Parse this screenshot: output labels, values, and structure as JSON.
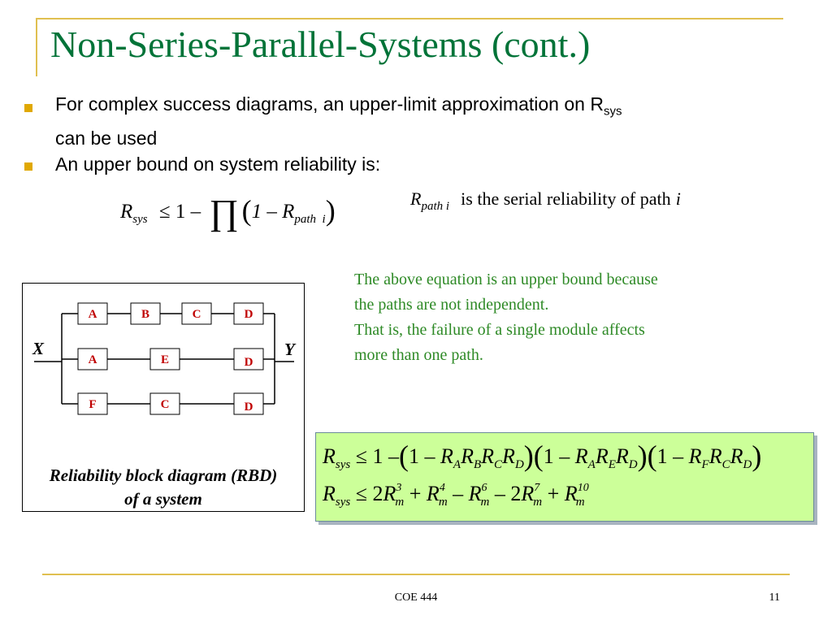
{
  "slide": {
    "title": "Non-Series-Parallel-Systems (cont.)",
    "bullets": [
      {
        "text": "For complex success diagrams, an upper-limit approximation on R",
        "sub": "sys",
        "cont": "can be used"
      },
      {
        "text": "An upper bound on system reliability is:"
      }
    ]
  },
  "formula": {
    "R": "R",
    "sys": "sys",
    "leq_one_minus": "≤ 1 –",
    "prod": "∏",
    "one_minus": "1 – R",
    "path_i": "path  i",
    "def_R": "R",
    "def_sub": "path i",
    "def_text": "is the serial reliability of path",
    "def_i": "i"
  },
  "note": {
    "line1": "The above equation is an upper bound because",
    "line2": "the paths are not independent.",
    "line3": "That is, the failure of a single module affects",
    "line4": "more than one path."
  },
  "rbd": {
    "input_label": "X",
    "output_label": "Y",
    "blocks": [
      "A",
      "B",
      "C",
      "D",
      "A",
      "E",
      "D",
      "F",
      "C",
      "D"
    ],
    "caption_line1": "Reliability block diagram (RBD)",
    "caption_line2": "of a system"
  },
  "equations": {
    "eq1": {
      "lhs_R": "R",
      "lhs_sub": "sys",
      "op": "≤ 1 –",
      "f1_lead": "1 –",
      "f1": [
        [
          "R",
          "A"
        ],
        [
          "R",
          "B"
        ],
        [
          "R",
          "C"
        ],
        [
          "R",
          "D"
        ]
      ],
      "f2_lead": "1 –",
      "f2": [
        [
          "R",
          "A"
        ],
        [
          "R",
          "E"
        ],
        [
          "R",
          "D"
        ]
      ],
      "f3_lead": "1 –",
      "f3": [
        [
          "R",
          "F"
        ],
        [
          "R",
          "C"
        ],
        [
          "R",
          "D"
        ]
      ]
    },
    "eq2": {
      "lhs_R": "R",
      "lhs_sub": "sys",
      "op": "≤ 2",
      "t1_R": "R",
      "t1_sub": "m",
      "t1_sup": "3",
      "op2": "+",
      "t2_R": "R",
      "t2_sub": "m",
      "t2_sup": "4",
      "op3": "–",
      "t3_R": "R",
      "t3_sub": "m",
      "t3_sup": "6",
      "op4": "– 2",
      "t4_R": "R",
      "t4_sub": "m",
      "t4_sup": "7",
      "op5": "+",
      "t5_R": "R",
      "t5_sub": "m",
      "t5_sup": "10"
    }
  },
  "footer": {
    "course": "COE 444",
    "page": "11"
  },
  "colors": {
    "title": "#007338",
    "accent_line": "#e0c050",
    "bullet": "#e0a800",
    "note": "#2e8a26",
    "block_text": "#c00000",
    "eq_bg": "#ccff99"
  }
}
